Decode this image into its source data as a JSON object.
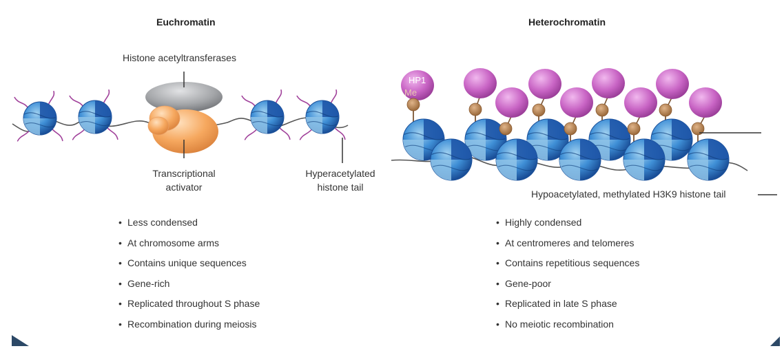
{
  "euchromatin": {
    "title": "Euchromatin",
    "enzyme_label": "Histone acetyltransferases",
    "activator_label": [
      "Transcriptional",
      "activator"
    ],
    "tail_label": [
      "Hyperacetylated",
      "histone tail"
    ],
    "features": [
      "Less condensed",
      "At chromosome arms",
      "Contains unique sequences",
      "Gene-rich",
      "Replicated throughout S phase",
      "Recombination during meiosis"
    ]
  },
  "heterochromatin": {
    "title": "Heterochromatin",
    "protein_label": "HP1",
    "mark_label": "Me",
    "tail_label": "Hypoacetylated, methylated H3K9 histone tail",
    "features": [
      "Highly condensed",
      "At centromeres and telomeres",
      "Contains repetitious sequences",
      "Gene-poor",
      "Replicated in late S phase",
      "No meiotic recombination"
    ]
  },
  "colors": {
    "nucleosome_dark": "#1f57a8",
    "nucleosome_mid": "#3f8fd6",
    "nucleosome_light": "#8fc3e8",
    "tail": "#a0409a",
    "hp1": "#c864c4",
    "methyl_mark": "#b07a45",
    "enzyme": "#9ea0a3",
    "activator": "#f3a35e",
    "slide_corner": "#2c4866"
  }
}
